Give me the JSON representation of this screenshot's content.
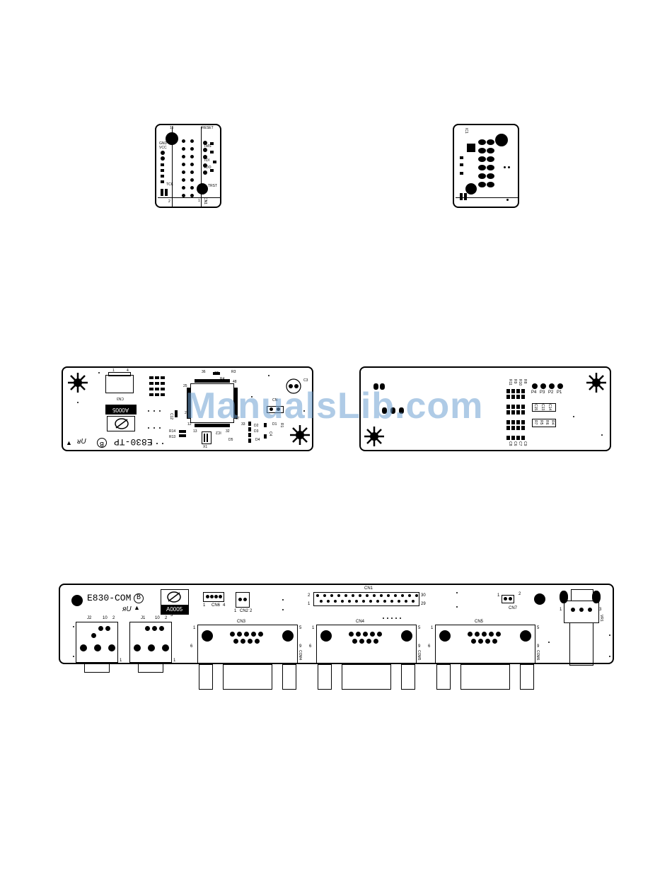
{
  "watermark": "ManualsLib.com",
  "jtag_front": {
    "labels": [
      "RESET",
      "TMS",
      "TDI",
      "TDO",
      "VCC",
      "TCK",
      "TRST",
      "CN1",
      "GND",
      "16",
      "1",
      "2"
    ]
  },
  "jtag_back": {
    "labels": [
      "IC1"
    ]
  },
  "tp_front": {
    "title": "E830-TP",
    "rev": "B",
    "code": "A0005",
    "cn3": "CN3",
    "ic2": "IC2",
    "x1": "X1",
    "c3": "C3",
    "cn": "CN",
    "pin_labels": [
      "1",
      "4",
      "48",
      "25",
      "24",
      "37",
      "36",
      "13",
      "12",
      "32",
      "33"
    ],
    "part_labels": [
      "R3",
      "C5",
      "R4",
      "R14",
      "R13",
      "C12",
      "D1",
      "D2",
      "D3",
      "D4",
      "D5",
      "C4",
      "R1"
    ]
  },
  "tp_back": {
    "resistors_top": [
      "R11",
      "R9",
      "R10",
      "R8"
    ],
    "test_points": [
      "P4",
      "P3",
      "P2",
      "P1"
    ],
    "caps_mid": [
      "C15",
      "C13",
      "C14"
    ],
    "res_mid": [
      "R7",
      "R5",
      "R6",
      "R4"
    ],
    "caps_bottom": [
      "C8",
      "C6",
      "C7",
      "C9"
    ]
  },
  "com_board": {
    "title": "E830-COM",
    "rev": "B",
    "code": "A0005",
    "cn1": "CN1",
    "cn1_pins": [
      "2",
      "30",
      "29",
      "1"
    ],
    "cn2": "CN2",
    "cn2_pins": [
      "1",
      "2"
    ],
    "cn6": "CN6",
    "cn6_pins": [
      "1",
      "4"
    ],
    "cn7": "CN7",
    "cn7_pins": [
      "1",
      "2"
    ],
    "j2": "J2",
    "j1": "J1",
    "jack_pins": [
      "10",
      "2",
      "1",
      "3"
    ],
    "serial_ports": [
      {
        "name": "CN3",
        "com": "COM4",
        "pins": [
          "1",
          "5",
          "6",
          "9"
        ]
      },
      {
        "name": "CN4",
        "com": "COM5",
        "pins": [
          "1",
          "5",
          "6",
          "9"
        ]
      },
      {
        "name": "CN5",
        "com": "COM6",
        "pins": [
          "1",
          "5",
          "6",
          "9"
        ]
      }
    ],
    "vr1": "VR1",
    "vr1_pins": [
      "1",
      "3"
    ]
  }
}
